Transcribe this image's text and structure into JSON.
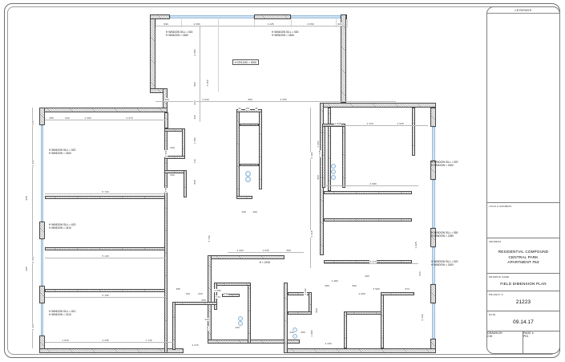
{
  "sheet": {
    "legend_title": "LEGENDS"
  },
  "title_block": {
    "logo_label": "LOGO & ADDRESS",
    "logo_value": "",
    "address_label": "ADDRESS",
    "address_line1": "RESIDENTIAL COMPOUND",
    "address_line2": "CENTRAL PARK",
    "address_line3": "APARTMENT #53",
    "drawing_name_label": "DRAWING NAME",
    "drawing_name_value": "FIELD DIMENSION PLAN",
    "project_label": "PROJECT #",
    "project_value": "21223",
    "date_label": "DATE",
    "date_value": "09.14.17",
    "drawn_by_label": "DRAWN BY",
    "drawn_by_value": "CGI",
    "page_label": "PAGE #",
    "page_value": "P01"
  },
  "chart_data": {
    "type": "table",
    "title": "FIELD DIMENSION PLAN",
    "units": "mm",
    "annotations": [
      {
        "id": "n1",
        "sill": "H WINDOW SILL = 520",
        "head": "H WINDOW = 2460"
      },
      {
        "id": "n2",
        "sill": "H WINDOW SILL = 530",
        "head": "H WINDOW = 2460"
      },
      {
        "id": "n3",
        "sill": "H WINDOW SILL = 520",
        "head": "H WINDOW = 2400"
      },
      {
        "id": "n4",
        "sill": "H WINDOW SILL = 620",
        "head": "H WINDOW = 2410"
      },
      {
        "id": "n5",
        "sill": "H WINDOW SILL = 610",
        "head": "H WINDOW = 2410"
      },
      {
        "id": "n6",
        "sill": "H WINDOW SILL = 520",
        "head": "H WINDOW = 2400"
      },
      {
        "id": "n7",
        "sill": "H WINDOW SILL = 550",
        "head": "H WINDOW = 2280"
      },
      {
        "id": "n8",
        "sill": "H WINDOW SILL = 520",
        "head": "H WINDOW = 2400"
      }
    ],
    "callouts": [
      {
        "id": "c1",
        "text": "H CEILING = 3000"
      },
      {
        "id": "c2",
        "text": "H = 2210"
      }
    ],
    "dim_top": [
      "690",
      "2 650",
      "1 225",
      "2 650",
      "666"
    ],
    "dim_top2": [
      "850",
      "2 940",
      "550",
      "2 535"
    ],
    "dim_top3": [
      "90",
      "265",
      "95"
    ],
    "dim_left_upper": [
      "470",
      "2 400",
      "540"
    ],
    "dim_left_mid": [
      "945",
      "2 400",
      "690"
    ],
    "dim_left_lower": [
      "2 400",
      "690"
    ],
    "dim_row_a": [
      "405",
      "910",
      "1 290",
      "2 370"
    ],
    "dim_row_b": [
      "5 720"
    ],
    "dim_row_c": [
      "5 120"
    ],
    "dim_row_d": [
      "5 155"
    ],
    "dim_row_e": [
      "1 810",
      "2 335",
      "1 715"
    ],
    "dim_right_top": [
      "1 525",
      "1 310",
      "1 945"
    ],
    "dim_right_mid": [
      "4 980"
    ],
    "dim_right_low": [
      "4 470"
    ],
    "dim_right_col": [
      "2 460",
      "2 345",
      "2 315",
      "1 925",
      "870"
    ],
    "dim_center_col": [
      "2 350",
      "4 300",
      "560",
      "910",
      "420",
      "1 180",
      "710",
      "845"
    ],
    "dim_center_b": [
      "1 420",
      "1 015",
      "595"
    ],
    "dim_misc": [
      "640",
      "605",
      "435",
      "406",
      "2 730",
      "1 080",
      "2 330",
      "775",
      "1 900",
      "805",
      "455",
      "640",
      "700",
      "815",
      "772",
      "665",
      "240",
      "440",
      "2 475",
      "620",
      "1 090",
      "865",
      "440",
      "500",
      "2 430",
      "1 950",
      "680",
      "660",
      "3 560",
      "973",
      "2 430",
      "1 380",
      "963",
      "2 060"
    ]
  }
}
